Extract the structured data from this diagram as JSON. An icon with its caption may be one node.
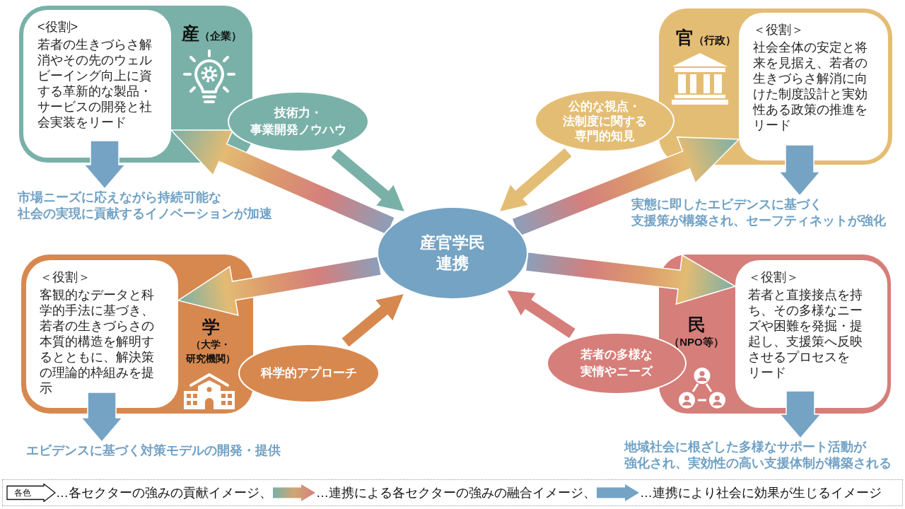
{
  "diagram": {
    "nodes": [
      {
        "text": [
          "産",
          "（企業）"
        ]
      },
      {
        "text": [
          "<役割>",
          "若者の生きづらさ解消やその先のウェルビーイング向上に資する革新的な製品・サービスの開発と社会実装をリード"
        ],
        "in": 0
      },
      {
        "text": [
          "官",
          "（行政）"
        ]
      },
      {
        "text": [
          "＜役割＞",
          "社会全体の安定と将来を見据え、若者の生きづらさ解消に向けた制度設計と実効性ある政策の推進をリード"
        ],
        "in": 2
      },
      {
        "text": [
          "技術力・事業開発ノウハウ"
        ]
      },
      {
        "text": [
          "公的な視点・法制度に関する専門的知見"
        ]
      },
      {
        "text": [
          "市場ニーズに応えながら持続可能な社会の実現に貢献するイノベーションが加速"
        ]
      },
      {
        "text": [
          "実態に即したエビデンスに基づく支援策が構築され、セーフティネットが強化"
        ]
      },
      {
        "text": [
          "産官学民連携"
        ]
      },
      {
        "text": [
          "学",
          "（大学・研究機関）"
        ]
      },
      {
        "text": [
          "＜役割＞",
          "客観的なデータと科学的手法に基づき、若者の生きづらさの本質的構造を解明するとともに、解決策の理論的枠組みを提示"
        ],
        "in": 9
      },
      {
        "text": [
          "民",
          "（NPO等）"
        ]
      },
      {
        "text": [
          "＜役割＞",
          "若者と直接接点を持ち、その多様なニーズや困難を発掘・提起し、支援策へ反映させるプロセスをリード"
        ],
        "in": 11
      },
      {
        "text": [
          "若者の多様な実情やニーズ"
        ]
      },
      {
        "text": [
          "科学的アプローチ"
        ]
      },
      {
        "text": [
          "エビデンスに基づく対策モデルの開発・提供"
        ]
      },
      {
        "text": [
          "地域社会に根ざした多様なサポート活動が強化され、実効性の高い支援体制が構築される"
        ]
      }
    ],
    "edges": [
      {
        "from": 4,
        "to": 8,
        "arrow": "to",
        "color": "#79b1a8"
      },
      {
        "from": 8,
        "to": 1,
        "arrow": "to"
      },
      {
        "from": 5,
        "to": 8,
        "arrow": "to",
        "color": "#e4bd74"
      },
      {
        "from": 8,
        "to": 3,
        "arrow": "to"
      },
      {
        "from": 14,
        "to": 8,
        "arrow": "to",
        "color": "#d7884f"
      },
      {
        "from": 8,
        "to": 10,
        "arrow": "to"
      },
      {
        "from": 13,
        "to": 8,
        "arrow": "to",
        "color": "#d67e7a"
      },
      {
        "from": 8,
        "to": 12,
        "arrow": "to"
      },
      {
        "from": 1,
        "to": 6,
        "arrow": "to",
        "color": "#74a3c4"
      },
      {
        "from": 3,
        "to": 7,
        "arrow": "to",
        "color": "#74a3c4"
      },
      {
        "from": 10,
        "to": 15,
        "arrow": "to",
        "color": "#74a3c4"
      },
      {
        "from": 12,
        "to": 16,
        "arrow": "to",
        "color": "#74a3c4"
      }
    ],
    "labels": [
      "各色"
    ],
    "legend": [
      {
        "text": "…各セクターの強みの貢献イメージ、"
      },
      {
        "text": "…連携による各セクターの強みの融合イメージ、"
      },
      {
        "text": "…連携により社会に効果が生じるイメージ"
      }
    ]
  }
}
